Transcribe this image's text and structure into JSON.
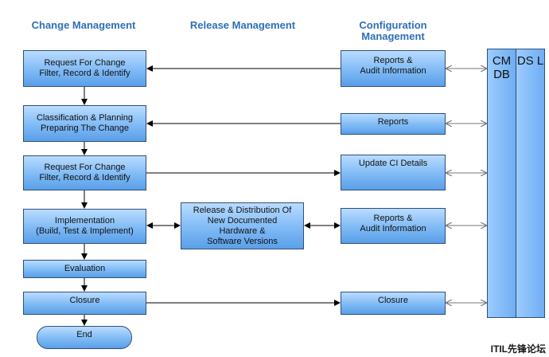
{
  "headers": {
    "change": "Change Management",
    "release": "Release Management",
    "config": "Configuration Management"
  },
  "change_boxes": [
    {
      "lines": [
        "Request For Change",
        "Filter, Record & Identify"
      ]
    },
    {
      "lines": [
        "Classification & Planning",
        "Preparing The Change"
      ]
    },
    {
      "lines": [
        "Request For Change",
        "Filter, Record & Identify"
      ]
    },
    {
      "lines": [
        "Implementation",
        "(Build, Test & Implement)"
      ]
    },
    {
      "lines": [
        "Evaluation"
      ]
    },
    {
      "lines": [
        "Closure"
      ]
    }
  ],
  "end_label": "End",
  "release_box": {
    "lines": [
      "Release & Distribution Of",
      "New Documented",
      "Hardware &",
      "Software Versions"
    ]
  },
  "config_boxes": [
    {
      "lines": [
        "Reports &",
        "Audit Information"
      ]
    },
    {
      "lines": [
        "Reports"
      ]
    },
    {
      "lines": [
        "Update CI Details"
      ]
    },
    {
      "lines": [
        "Reports &",
        "Audit Information"
      ]
    },
    {
      "lines": [
        "Closure"
      ]
    }
  ],
  "cmdb_label": "CM DB",
  "dsl_label": "DS L",
  "watermark": "ITIL先锋论坛",
  "colors": {
    "header": "#2e6fb8",
    "box_light": "#b9dcff",
    "box_dark": "#5a9fe8",
    "arrow": "#000000",
    "arrow_grey": "#777777"
  }
}
